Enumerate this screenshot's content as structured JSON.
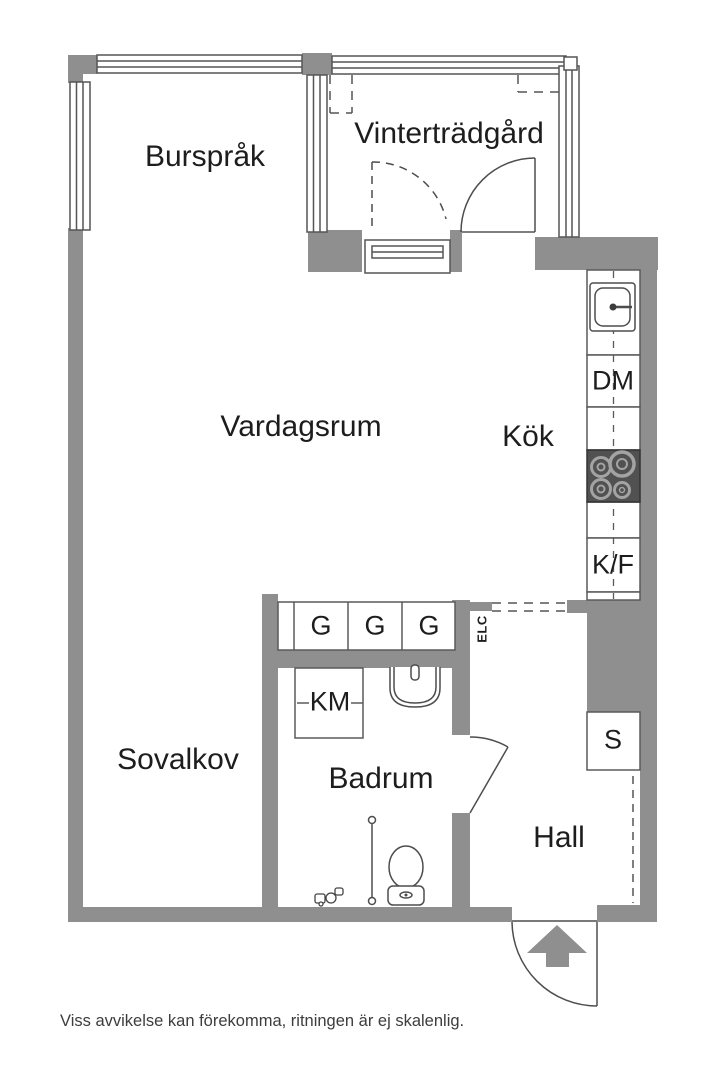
{
  "rooms": {
    "bursprak": "Burspråk",
    "vintertradgard": "Vinterträdgård",
    "vardagsrum": "Vardagsrum",
    "kok": "Kök",
    "sovalkov": "Sovalkov",
    "badrum": "Badrum",
    "hall": "Hall"
  },
  "fixtures": {
    "dm": "DM",
    "kf": "K/F",
    "wardrobes": [
      "G",
      "G",
      "G"
    ],
    "km": "KM",
    "s": "S",
    "elc": "ELC"
  },
  "footer": {
    "disclaimer": "Viss avvikelse kan förekomma, ritningen är ej skalenlig."
  },
  "colors": {
    "wall": "#8f8f8f",
    "line": "#555555",
    "appliance_dark": "#515151",
    "text": "#1d1d1d"
  }
}
